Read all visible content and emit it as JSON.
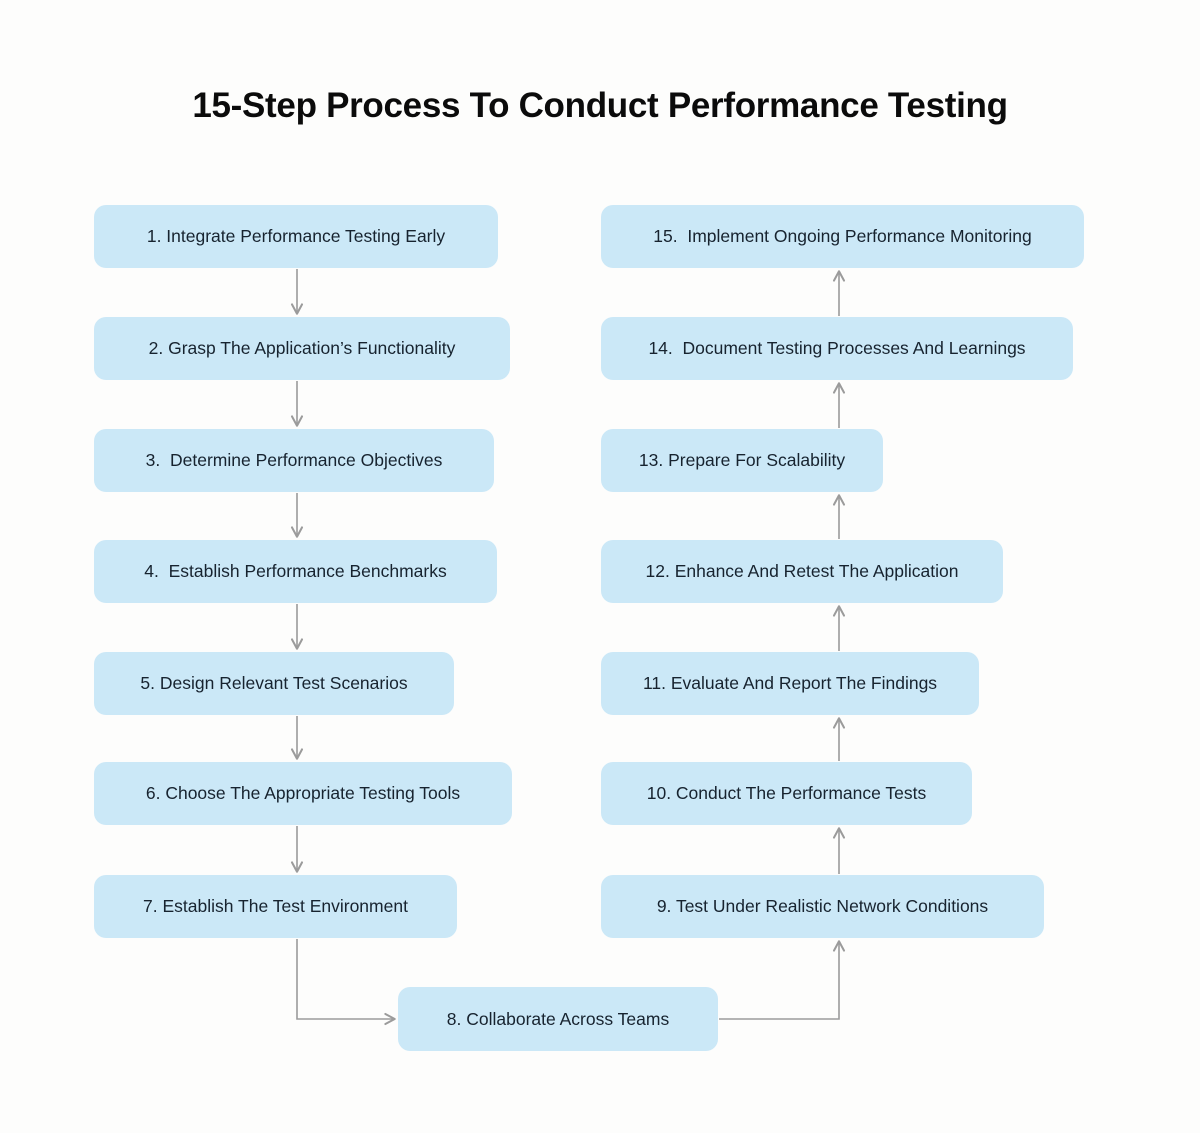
{
  "title": "15-Step Process To Conduct Performance Testing",
  "colors": {
    "background": "#fdfdfc",
    "box_background": "#cbe8f7",
    "box_text": "#17232f",
    "title_text": "#0b0b0b",
    "arrow": "#9b9b9b"
  },
  "steps": [
    {
      "label": "1. Integrate Performance Testing Early"
    },
    {
      "label": "2. Grasp The Application’s Functionality"
    },
    {
      "label": "3.  Determine Performance Objectives"
    },
    {
      "label": "4.  Establish Performance Benchmarks"
    },
    {
      "label": "5. Design Relevant Test Scenarios"
    },
    {
      "label": "6. Choose The Appropriate Testing Tools"
    },
    {
      "label": "7. Establish The Test Environment"
    },
    {
      "label": "8. Collaborate Across Teams"
    },
    {
      "label": "9. Test Under Realistic Network Conditions"
    },
    {
      "label": "10. Conduct The Performance Tests"
    },
    {
      "label": "11. Evaluate And Report The Findings"
    },
    {
      "label": "12. Enhance And Retest The Application"
    },
    {
      "label": "13. Prepare For Scalability"
    },
    {
      "label": "14.  Document Testing Processes And Learnings"
    },
    {
      "label": "15.  Implement Ongoing Performance Monitoring"
    }
  ]
}
